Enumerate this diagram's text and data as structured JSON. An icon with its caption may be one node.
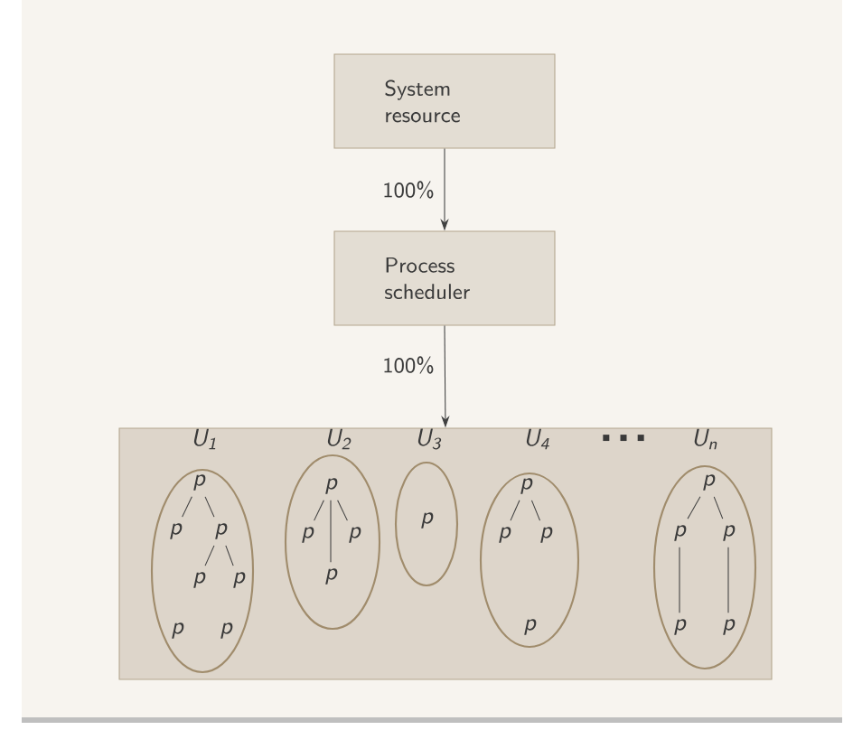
{
  "diagram": {
    "nodes": [
      {
        "text": [
          "System resource"
        ]
      },
      {
        "text": [
          "Process scheduler"
        ]
      },
      {
        "text": [],
        "shape": "box"
      },
      {
        "text": [
          "U$_{1}$"
        ],
        "in": 2
      },
      {
        "text": [
          "p"
        ],
        "in": 3
      },
      {
        "text": [
          "p"
        ],
        "in": 3
      },
      {
        "text": [
          "p"
        ],
        "in": 3
      },
      {
        "text": [
          "p"
        ],
        "in": 3
      },
      {
        "text": [
          "p"
        ],
        "in": 3
      },
      {
        "text": [
          "p"
        ],
        "in": 3
      },
      {
        "text": [
          "p"
        ],
        "in": 3
      },
      {
        "text": [
          "U$_{2}$"
        ],
        "in": 2
      },
      {
        "text": [
          "p"
        ],
        "in": 11
      },
      {
        "text": [
          "p"
        ],
        "in": 11
      },
      {
        "text": [
          "p"
        ],
        "in": 11
      },
      {
        "text": [
          "p"
        ],
        "in": 11
      },
      {
        "text": [
          "U$_{3}$"
        ],
        "in": 2
      },
      {
        "text": [
          "p"
        ],
        "in": 16
      },
      {
        "text": [
          "U$_{4}$"
        ],
        "in": 2
      },
      {
        "text": [
          "p"
        ],
        "in": 18
      },
      {
        "text": [
          "p"
        ],
        "in": 18
      },
      {
        "text": [
          "p"
        ],
        "in": 18
      },
      {
        "text": [
          "p"
        ],
        "in": 18
      },
      {
        "text": [
          "U$_{n}$"
        ],
        "in": 2
      },
      {
        "text": [
          "p"
        ],
        "in": 23
      },
      {
        "text": [
          "p"
        ],
        "in": 23
      },
      {
        "text": [
          "p"
        ],
        "in": 23
      },
      {
        "text": [
          "p"
        ],
        "in": 23
      },
      {
        "text": [
          "p"
        ],
        "in": 23
      }
    ],
    "edges": [
      {
        "from": 0,
        "to": 1,
        "arrow": "to",
        "label": "100%"
      },
      {
        "from": 1,
        "to": 2,
        "arrow": "to",
        "label": "100%"
      },
      {
        "from": 4,
        "to": 5,
        "arrow": "none"
      },
      {
        "from": 4,
        "to": 6,
        "arrow": "none"
      },
      {
        "from": 6,
        "to": 7,
        "arrow": "none"
      },
      {
        "from": 6,
        "to": 8,
        "arrow": "none"
      },
      {
        "from": 12,
        "to": 13,
        "arrow": "none"
      },
      {
        "from": 12,
        "to": 14,
        "arrow": "none"
      },
      {
        "from": 12,
        "to": 15,
        "arrow": "none"
      },
      {
        "from": 19,
        "to": 20,
        "arrow": "none"
      },
      {
        "from": 19,
        "to": 21,
        "arrow": "none"
      },
      {
        "from": 24,
        "to": 25,
        "arrow": "none"
      },
      {
        "from": 24,
        "to": 26,
        "arrow": "none"
      },
      {
        "from": 25,
        "to": 27,
        "arrow": "none"
      },
      {
        "from": 26,
        "to": 28,
        "arrow": "none"
      }
    ],
    "labels": [
      "•••"
    ]
  }
}
